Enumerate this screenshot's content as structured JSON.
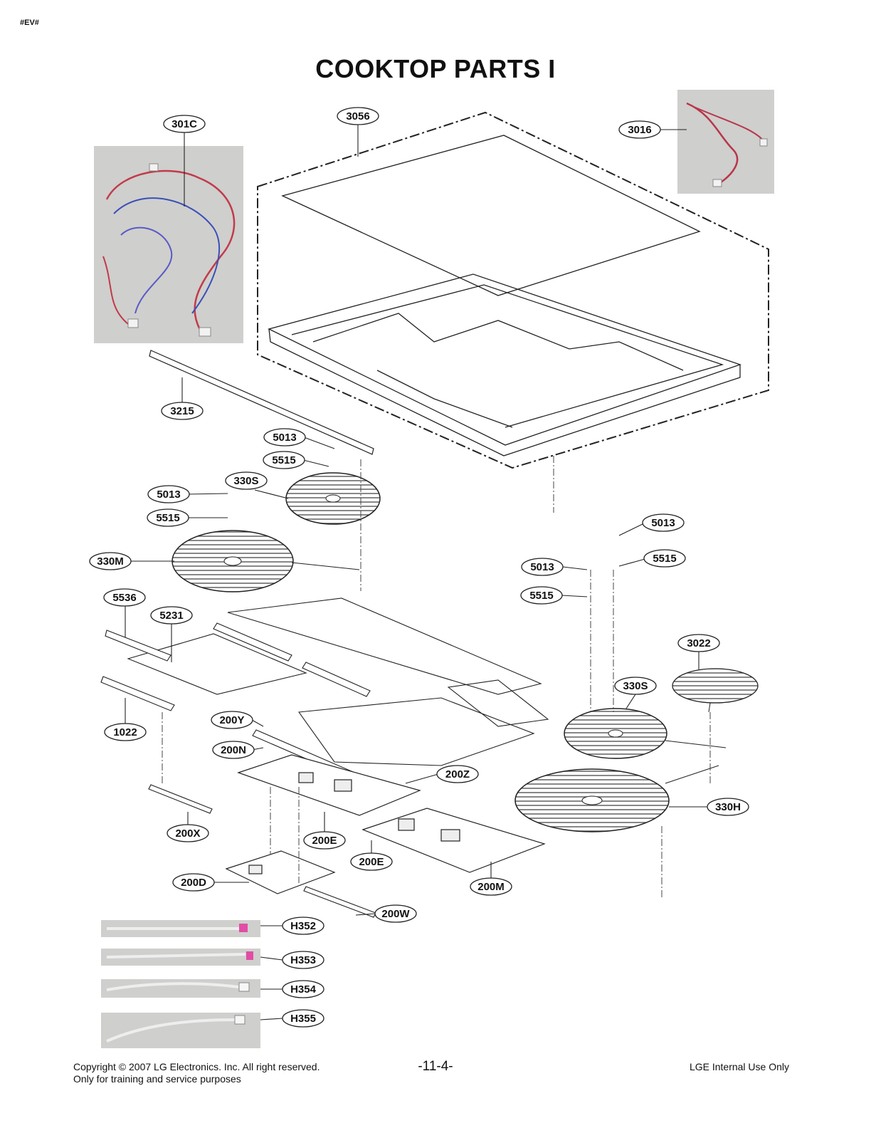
{
  "header": {
    "doc_code": "#EV#",
    "title": "COOKTOP PARTS I"
  },
  "callouts": [
    "301C",
    "3056",
    "3016",
    "3215",
    "5013",
    "5515",
    "330S",
    "5013",
    "5515",
    "330M",
    "5536",
    "5231",
    "1022",
    "200Y",
    "200N",
    "200X",
    "200E",
    "200D",
    "200W",
    "200Z",
    "200E",
    "200M",
    "5013",
    "5515",
    "5013",
    "5515",
    "3022",
    "330S",
    "330H",
    "H352",
    "H353",
    "H354",
    "H355"
  ],
  "footer": {
    "copyright": "Copyright © 2007 LG Electronics. Inc. All right reserved.",
    "purpose": "Only for training and service purposes",
    "page_number": "-11-4-",
    "classification": "LGE Internal Use Only"
  }
}
